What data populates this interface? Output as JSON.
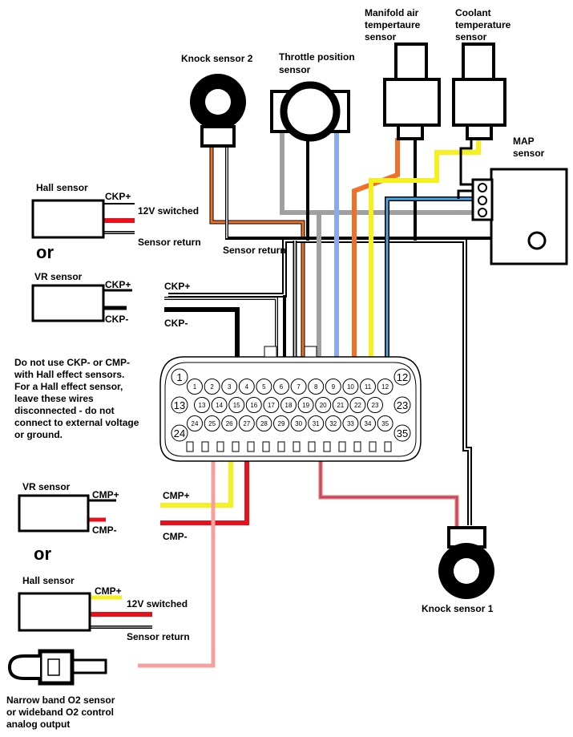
{
  "colors": {
    "red": "#e8101a",
    "orange": "#f07028",
    "yellow": "#f5f020",
    "grey": "#a0a0a0",
    "blue": "#8ca8f0",
    "pink": "#f4a0a0",
    "black": "#000000",
    "purple": "#b040c0"
  },
  "labels": {
    "knock2": "Knock sensor 2",
    "tps1": "Throttle position",
    "tps2": "sensor",
    "mat1": "Manifold air",
    "mat2": "tempertaure",
    "mat3": "sensor",
    "clt1": "Coolant",
    "clt2": "temperature",
    "clt3": "sensor",
    "map1": "MAP",
    "map2": "sensor",
    "hall_top": "Hall sensor",
    "hall_top_ckp": "CKP+",
    "hall_top_12v": "12V switched",
    "hall_top_ret": "Sensor return",
    "or_top": "or",
    "vr_top": "VR sensor",
    "vr_top_ckpp": "CKP+",
    "vr_top_ckpm": "CKP-",
    "sensor_return_mid": "Sensor return",
    "ckp_plus": "CKP+",
    "ckp_minus": "CKP-",
    "note1": "Do not use CKP- or CMP-",
    "note2": "with Hall effect sensors.",
    "note3": "For a Hall effect sensor,",
    "note4": "leave these wires",
    "note5": "disconnected - do not",
    "note6": "connect to external voltage",
    "note7": "or ground.",
    "vr_bot": "VR sensor",
    "vr_bot_cmpp": "CMP+",
    "vr_bot_cmpm": "CMP-",
    "cmp_plus": "CMP+",
    "cmp_minus": "CMP-",
    "or_bot": "or",
    "hall_bot": "Hall sensor",
    "hall_bot_cmp": "CMP+",
    "hall_bot_12v": "12V switched",
    "hall_bot_ret": "Sensor return",
    "knock1": "Knock sensor 1",
    "o2_1": "Narrow band O2 sensor",
    "o2_2": "or wideband O2 control",
    "o2_3": "analog output"
  },
  "connector": {
    "corner_labels": [
      "1",
      "12",
      "13",
      "23",
      "24",
      "35"
    ],
    "row1": [
      "1",
      "2",
      "3",
      "4",
      "5",
      "6",
      "7",
      "8",
      "9",
      "10",
      "11",
      "12"
    ],
    "row2": [
      "13",
      "14",
      "15",
      "16",
      "17",
      "18",
      "19",
      "20",
      "21",
      "22",
      "23"
    ],
    "row3": [
      "24",
      "25",
      "26",
      "27",
      "28",
      "29",
      "30",
      "31",
      "32",
      "33",
      "34",
      "35"
    ]
  }
}
